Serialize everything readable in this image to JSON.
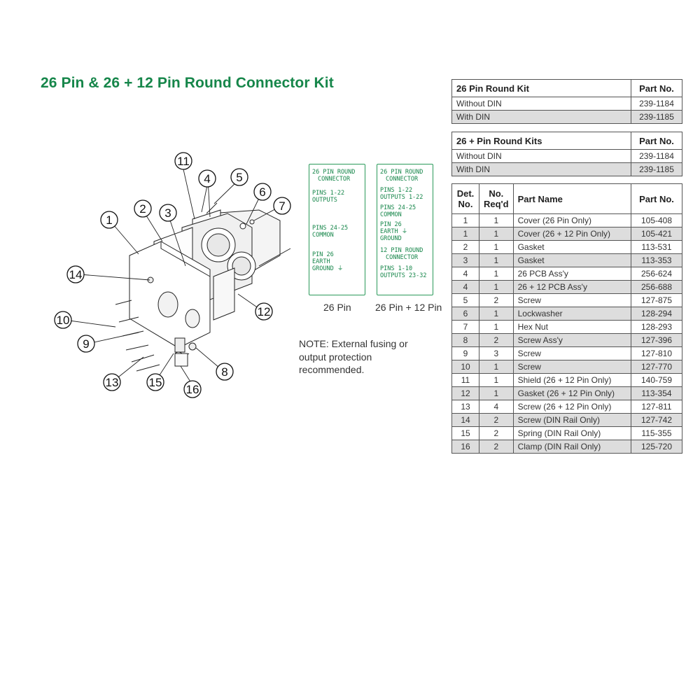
{
  "title": "26 Pin & 26 + 12 Pin Round Connector Kit",
  "callouts": [
    "1",
    "2",
    "3",
    "4",
    "5",
    "6",
    "7",
    "8",
    "9",
    "10",
    "11",
    "12",
    "13",
    "14",
    "15",
    "16"
  ],
  "card26": {
    "heading": [
      "26 PIN ROUND",
      "CONNECTOR"
    ],
    "pins_outputs": [
      "PINS 1-22",
      "OUTPUTS"
    ],
    "pins_common": [
      "PINS 24-25",
      "COMMON"
    ],
    "pin_ground": [
      "PIN 26",
      "EARTH",
      "GROUND"
    ],
    "caption": "26 Pin"
  },
  "card2612": {
    "heading": [
      "26 PIN ROUND",
      "CONNECTOR"
    ],
    "pins_outputs": [
      "PINS 1-22",
      "OUTPUTS 1-22"
    ],
    "pins_common": [
      "PINS 24-25",
      "COMMON"
    ],
    "pin_ground": [
      "PIN 26",
      "EARTH",
      "GROUND"
    ],
    "heading12": [
      "12 PIN ROUND",
      "CONNECTOR"
    ],
    "pins12": [
      "PINS 1-10",
      "OUTPUTS 23-32"
    ],
    "caption": "26 Pin + 12 Pin"
  },
  "note": "NOTE: External fusing or output protection recommended.",
  "kit26": {
    "header": [
      "26 Pin Round Kit",
      "Part No."
    ],
    "rows": [
      [
        "Without DIN",
        "239-1184"
      ],
      [
        "With DIN",
        "239-1185"
      ]
    ]
  },
  "kit2612": {
    "header": [
      "26 + Pin Round Kits",
      "Part No."
    ],
    "rows": [
      [
        "Without DIN",
        "239-1184"
      ],
      [
        "With DIN",
        "239-1185"
      ]
    ]
  },
  "parts": {
    "header": [
      "Det. No.",
      "No. Req'd",
      "Part Name",
      "Part No."
    ],
    "rows": [
      [
        "1",
        "1",
        "Cover (26 Pin Only)",
        "105-408"
      ],
      [
        "1",
        "1",
        "Cover (26 + 12 Pin Only)",
        "105-421"
      ],
      [
        "2",
        "1",
        "Gasket",
        "113-531"
      ],
      [
        "3",
        "1",
        "Gasket",
        "113-353"
      ],
      [
        "4",
        "1",
        "26 PCB Ass'y",
        "256-624"
      ],
      [
        "4",
        "1",
        "26 + 12 PCB Ass'y",
        "256-688"
      ],
      [
        "5",
        "2",
        "Screw",
        "127-875"
      ],
      [
        "6",
        "1",
        "Lockwasher",
        "128-294"
      ],
      [
        "7",
        "1",
        "Hex Nut",
        "128-293"
      ],
      [
        "8",
        "2",
        "Screw Ass'y",
        "127-396"
      ],
      [
        "9",
        "3",
        "Screw",
        "127-810"
      ],
      [
        "10",
        "1",
        "Screw",
        "127-770"
      ],
      [
        "11",
        "1",
        "Shield (26 + 12 Pin Only)",
        "140-759"
      ],
      [
        "12",
        "1",
        "Gasket (26 + 12 Pin Only)",
        "113-354"
      ],
      [
        "13",
        "4",
        "Screw (26 + 12 Pin Only)",
        "127-811"
      ],
      [
        "14",
        "2",
        "Screw (DIN Rail Only)",
        "127-742"
      ],
      [
        "15",
        "2",
        "Spring (DIN Rail Only)",
        "115-355"
      ],
      [
        "16",
        "2",
        "Clamp (DIN Rail Only)",
        "125-720"
      ]
    ]
  }
}
